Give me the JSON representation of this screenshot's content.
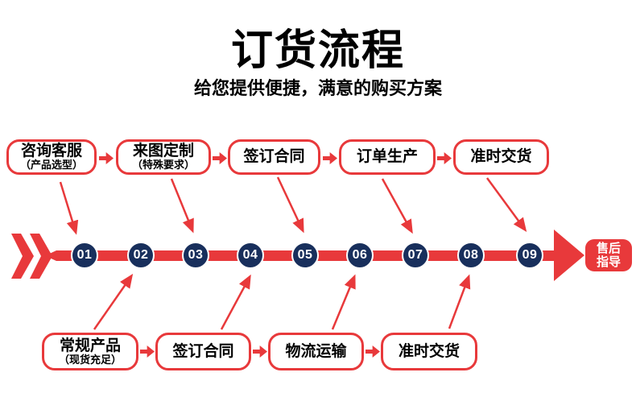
{
  "header": {
    "title": "订货流程",
    "subtitle": "给您提供便捷，满意的购买方案"
  },
  "flow": {
    "top_steps": [
      {
        "label": "咨询客服",
        "sub": "（产品选型）"
      },
      {
        "label": "来图定制",
        "sub": "（特殊要求）"
      },
      {
        "label": "签订合同"
      },
      {
        "label": "订单生产"
      },
      {
        "label": "准时交货"
      }
    ],
    "bottom_steps": [
      {
        "label": "常规产品",
        "sub": "（现货充足）"
      },
      {
        "label": "签订合同"
      },
      {
        "label": "物流运输"
      },
      {
        "label": "准时交货"
      }
    ]
  },
  "timeline": {
    "steps": [
      "01",
      "02",
      "03",
      "04",
      "05",
      "06",
      "07",
      "08",
      "09"
    ],
    "end_label": "售后指导"
  },
  "colors": {
    "red": "#e8393b",
    "navy": "#182f5c"
  }
}
